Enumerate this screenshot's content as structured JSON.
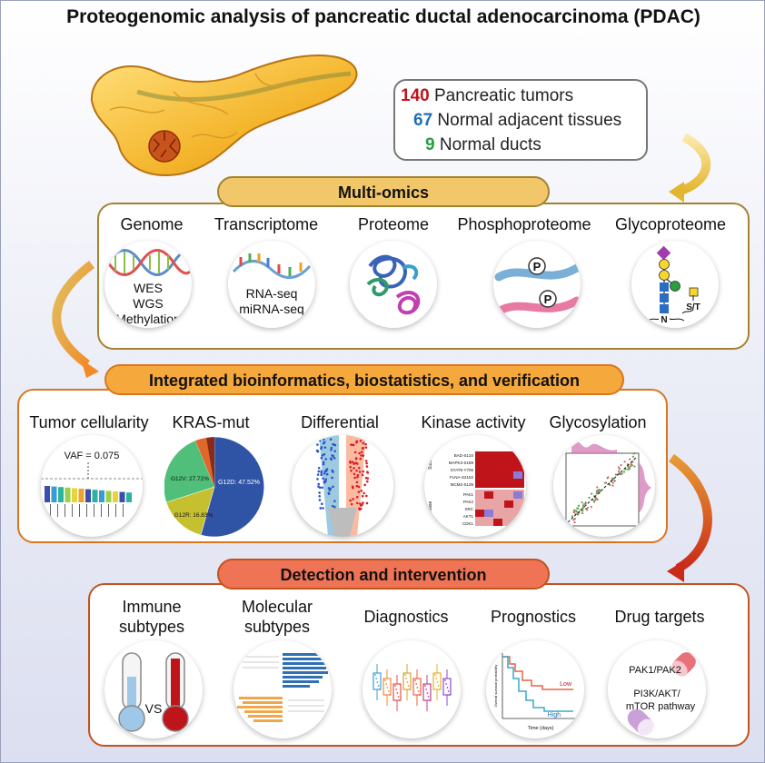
{
  "title": "Proteogenomic analysis of pancreatic ductal adenocarcinoma (PDAC)",
  "cohort": [
    {
      "count": "140",
      "label": "Pancreatic tumors",
      "color": "#c0141b"
    },
    {
      "count": "67",
      "label": "Normal adjacent tissues",
      "color": "#1f6fb4"
    },
    {
      "count": "9",
      "label": "Normal ducts",
      "color": "#2a9d3c"
    }
  ],
  "multiomics": {
    "banner": "Multi-omics",
    "items": [
      {
        "label": "Genome",
        "lines": [
          "WES",
          "WGS",
          "Methylation"
        ]
      },
      {
        "label": "Transcriptome",
        "lines": [
          "RNA-seq",
          "miRNA-seq"
        ]
      },
      {
        "label": "Proteome"
      },
      {
        "label": "Phosphoproteome",
        "p1": "P",
        "p2": "P"
      },
      {
        "label": "Glycoproteome",
        "n": "N",
        "st": "S/T"
      }
    ]
  },
  "integrated": {
    "banner": "Integrated bioinformatics, biostatistics, and verification",
    "items": [
      {
        "label": "Tumor cellularity",
        "vaf": "VAF = 0.075"
      },
      {
        "label": "KRAS-mut",
        "g12d": "G12D: 47.52%",
        "g12v": "G12V: 27.72%",
        "g12r": "G12R: 16.83%"
      },
      {
        "label": "Differential"
      },
      {
        "label": "Kinase activity",
        "substrate": "Substrate",
        "kinase": "Kinase",
        "substrates": [
          "BAD-S134",
          "MAPK3-S189",
          "STAT5-Y705",
          "FLNA-S2152",
          "MCM2-S139"
        ],
        "kinases": [
          "PAK1",
          "PAK2",
          "SRC",
          "AKT1",
          "CDK1"
        ]
      },
      {
        "label": "Glycosylation"
      }
    ]
  },
  "detection": {
    "banner": "Detection and intervention",
    "items": [
      {
        "label_lines": [
          "Immune",
          "subtypes"
        ],
        "vs": "VS"
      },
      {
        "label_lines": [
          "Molecular",
          "subtypes"
        ]
      },
      {
        "label_lines": [
          "Diagnostics"
        ]
      },
      {
        "label_lines": [
          "Prognostics"
        ],
        "low": "Low",
        "high": "High",
        "xlabel": "Time (days)",
        "ylabel": "Overall survival probability"
      },
      {
        "label_lines": [
          "Drug targets"
        ],
        "t1": "PAK1/PAK2",
        "t2": "PI3K/AKT/",
        "t3": "mTOR pathway"
      }
    ]
  },
  "colors": {
    "multi_banner": "#f2c76a",
    "multi_border": "#a4832f",
    "integ_banner": "#f5a83b",
    "integ_border": "#d9761e",
    "detect_banner": "#ef7456",
    "detect_border": "#c4531b"
  }
}
